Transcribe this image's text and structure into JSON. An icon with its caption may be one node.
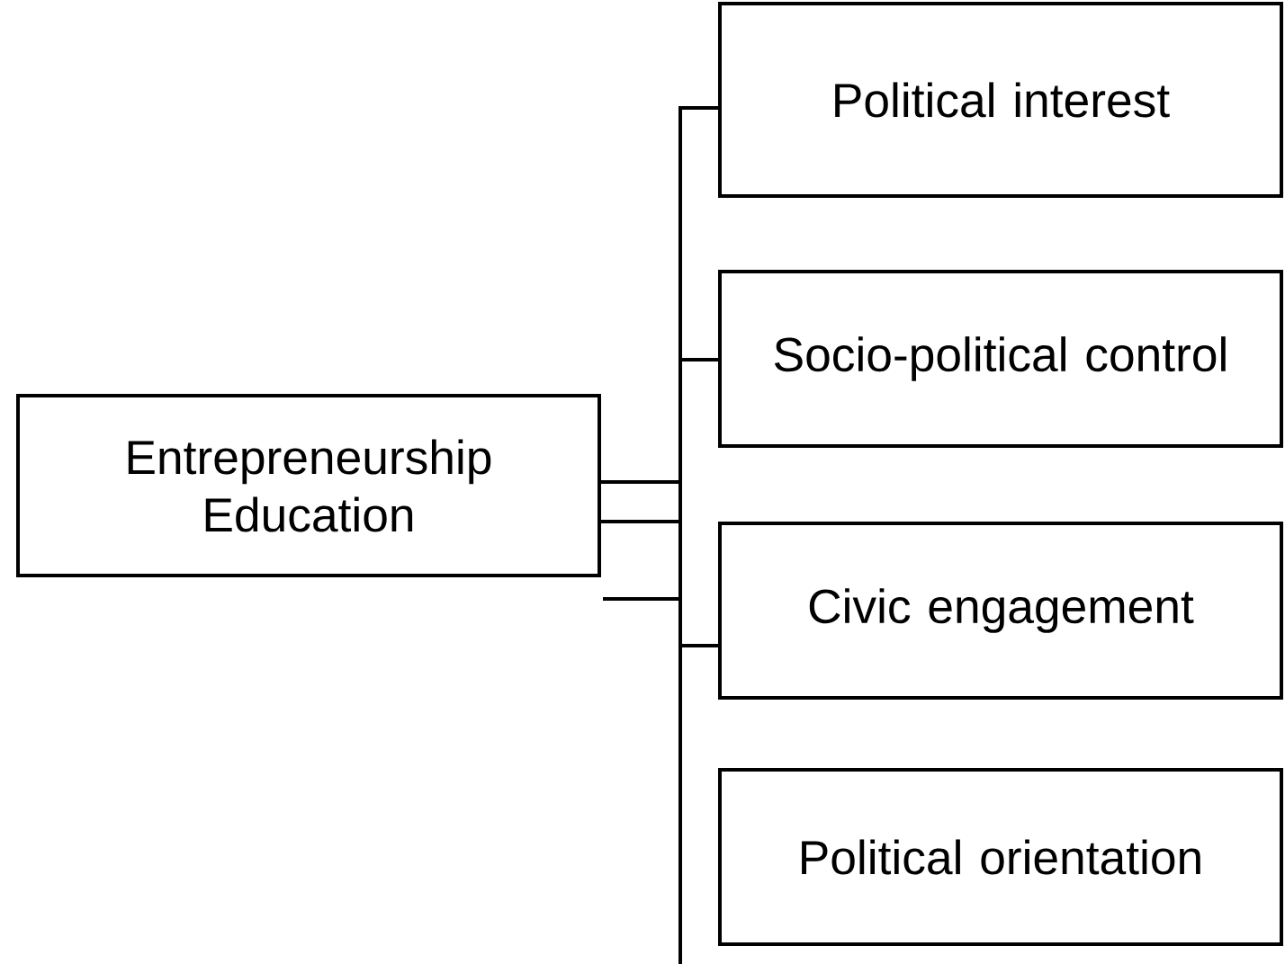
{
  "diagram": {
    "nodes": [
      {
        "text": [
          "Entrepreneurship Education"
        ]
      },
      {
        "text": [
          "Political interest"
        ]
      },
      {
        "text": [
          "Socio-political control"
        ]
      },
      {
        "text": [
          "Civic engagement"
        ]
      },
      {
        "text": [
          "Political orientation"
        ]
      }
    ],
    "edges": [
      {
        "from": 0,
        "to": 1,
        "arrow": "none"
      },
      {
        "from": 0,
        "to": 2,
        "arrow": "none"
      },
      {
        "from": 0,
        "to": 3,
        "arrow": "none"
      }
    ]
  }
}
